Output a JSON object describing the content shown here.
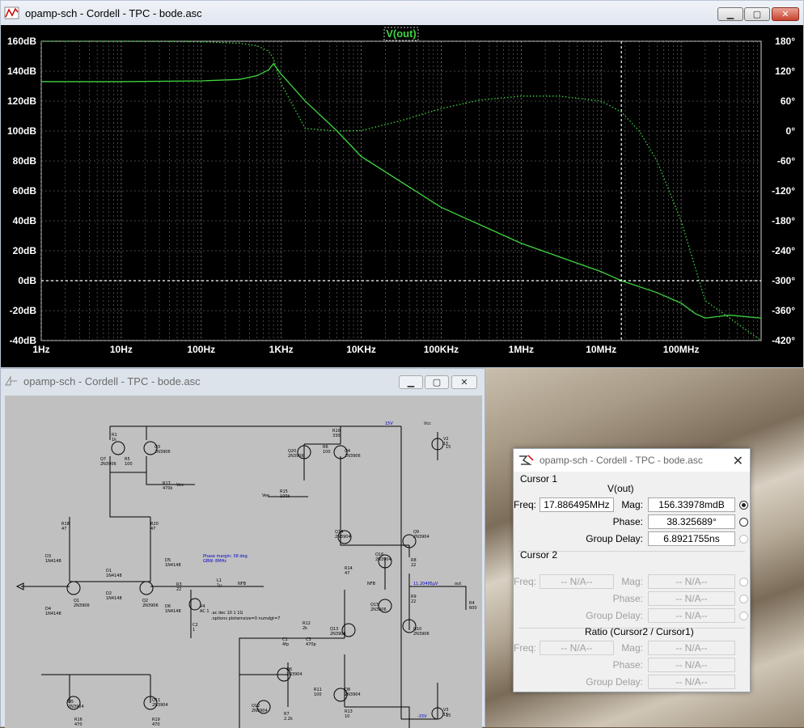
{
  "bode_window": {
    "title": "opamp-sch - Cordell - TPC - bode.asc",
    "trace_label": "V(out)",
    "y_left_ticks": [
      "160dB",
      "140dB",
      "120dB",
      "100dB",
      "80dB",
      "60dB",
      "40dB",
      "20dB",
      "0dB",
      "-20dB",
      "-40dB"
    ],
    "y_right_ticks": [
      "180°",
      "120°",
      "60°",
      "0°",
      "-60°",
      "-120°",
      "-180°",
      "-240°",
      "-300°",
      "-360°",
      "-420°"
    ],
    "x_ticks": [
      "1Hz",
      "10Hz",
      "100Hz",
      "1KHz",
      "10KHz",
      "100KHz",
      "1MHz",
      "10MHz",
      "100MHz"
    ],
    "colors": {
      "plot_bg": "#000000",
      "trace": "#3fd43f",
      "axis_text": "#ffffff",
      "grid": "#8a8a8a"
    }
  },
  "schematic_window": {
    "title": "opamp-sch - Cordell - TPC - bode.asc",
    "annotations": {
      "phase_margin": "Phase margin: 38 deg",
      "gbw": "GBW: 8MHz",
      "ac_cmd": ".ac dec 10 1 1G",
      "options_cmd": ".options plotwinsize=0 numdgt=7",
      "out_value": "11.20495µV",
      "out_label": "out",
      "nfb_label": "NFB",
      "nfb_label2": "NFB",
      "vee_label": "Vee",
      "vee2": "Vee",
      "vcc_label": "Vcc",
      "rail_pos": "15V",
      "rail_neg": "-15V",
      "v2_val": "15",
      "v3_val": "15"
    },
    "components": [
      {
        "id": "R1",
        "val": "1k"
      },
      {
        "id": "R5",
        "val": "100"
      },
      {
        "id": "Q3",
        "val": "2N3906"
      },
      {
        "id": "Q7",
        "val": "2N3906"
      },
      {
        "id": "R17",
        "val": "470k"
      },
      {
        "id": "R10",
        "val": "330"
      },
      {
        "id": "R6",
        "val": "100"
      },
      {
        "id": "Q20",
        "val": "2N3906"
      },
      {
        "id": "Q4",
        "val": "2N3906"
      },
      {
        "id": "R15",
        "val": "100k"
      },
      {
        "id": "R18",
        "val": "47"
      },
      {
        "id": "R20",
        "val": "47"
      },
      {
        "id": "D1",
        "val": "1N4148"
      },
      {
        "id": "D2",
        "val": "1N4148"
      },
      {
        "id": "D3",
        "val": "1N4148"
      },
      {
        "id": "D4",
        "val": "1N4148"
      },
      {
        "id": "D5",
        "val": "1N4148"
      },
      {
        "id": "D6",
        "val": "1N4148"
      },
      {
        "id": "Q1",
        "val": "2N3906"
      },
      {
        "id": "Q2",
        "val": "2N3906"
      },
      {
        "id": "R3",
        "val": "22"
      },
      {
        "id": "L1",
        "val": "1µ"
      },
      {
        "id": "V4",
        "val": "AC 1"
      },
      {
        "id": "C2",
        "val": "1"
      },
      {
        "id": "Q14",
        "val": "2N3904"
      },
      {
        "id": "Q9",
        "val": "2N3904"
      },
      {
        "id": "Q16",
        "val": "2N3904"
      },
      {
        "id": "R8",
        "val": "22"
      },
      {
        "id": "R14",
        "val": "47"
      },
      {
        "id": "R9",
        "val": "22"
      },
      {
        "id": "Q15",
        "val": "2N3906"
      },
      {
        "id": "Q10",
        "val": "2N3906"
      },
      {
        "id": "Q13",
        "val": "2N3906"
      },
      {
        "id": "R4",
        "val": "600"
      },
      {
        "id": "R12",
        "val": "2k"
      },
      {
        "id": "C1",
        "val": "4fp"
      },
      {
        "id": "C3",
        "val": "470p"
      },
      {
        "id": "Q6",
        "val": "2N3904"
      },
      {
        "id": "R11",
        "val": "100"
      },
      {
        "id": "Q8",
        "val": "2N3904"
      },
      {
        "id": "Q12",
        "val": "2N3904"
      },
      {
        "id": "R7",
        "val": "2.2k"
      },
      {
        "id": "R13",
        "val": "10"
      },
      {
        "id": "Q5",
        "val": "2N3904"
      },
      {
        "id": "Q11",
        "val": "2N3904"
      },
      {
        "id": "R16",
        "val": "470"
      },
      {
        "id": "R19",
        "val": "470"
      },
      {
        "id": "V2",
        "val": "15"
      },
      {
        "id": "V3",
        "val": "15"
      }
    ]
  },
  "cursor_dialog": {
    "title": "opamp-sch - Cordell - TPC - bode.asc",
    "cursor1_label": "Cursor 1",
    "trace_name": "V(out)",
    "freq_label": "Freq:",
    "freq_value": "17.886495MHz",
    "mag_label": "Mag:",
    "mag_value": "156.33978mdB",
    "phase_label": "Phase:",
    "phase_value": "38.325689°",
    "gd_label": "Group Delay:",
    "gd_value": "6.8921755ns",
    "cursor2_label": "Cursor 2",
    "c2_freq_label": "Freq:",
    "c2_freq": "-- N/A--",
    "c2_mag_label": "Mag:",
    "c2_mag": "-- N/A--",
    "c2_phase_label": "Phase:",
    "c2_phase": "-- N/A--",
    "c2_gd_label": "Group Delay:",
    "c2_gd": "-- N/A--",
    "ratio_label": "Ratio (Cursor2 / Cursor1)",
    "r_freq_label": "Freq:",
    "r_freq": "-- N/A--",
    "r_mag_label": "Mag:",
    "r_mag": "-- N/A--",
    "r_phase_label": "Phase:",
    "r_phase": "-- N/A--",
    "r_gd_label": "Group Delay:",
    "r_gd": "-- N/A--"
  },
  "chart_data": {
    "type": "line",
    "title": "V(out)",
    "x_scale": "log",
    "xlim": [
      1,
      1000000000
    ],
    "ylim_left": [
      -40,
      160
    ],
    "ylim_right": [
      -420,
      180
    ],
    "grid": true,
    "series": [
      {
        "name": "V(out)",
        "style": "solid",
        "x": [
          1,
          10,
          100,
          300,
          500,
          700,
          800,
          1000,
          2000,
          5000,
          10000,
          100000,
          1000000,
          10000000,
          17886495,
          50000000,
          100000000,
          150000000,
          200000000,
          400000000,
          1000000000
        ],
        "y": [
          133,
          133,
          133.5,
          134.5,
          137,
          141,
          145,
          138,
          120,
          100,
          83,
          49,
          25,
          6,
          0,
          -8,
          -15,
          -22,
          -25,
          -23,
          -25
        ]
      },
      {
        "name": "V(out) phase",
        "style": "dotted",
        "x": [
          1,
          10,
          100,
          300,
          500,
          700,
          800,
          1000,
          2000,
          5000,
          10000,
          30000,
          100000,
          300000,
          1000000,
          3000000,
          10000000,
          17886495,
          30000000,
          50000000,
          100000000,
          200000000,
          1000000000
        ],
        "y": [
          180,
          180,
          179,
          176,
          171,
          160,
          145,
          95,
          5,
          0,
          1,
          20,
          45,
          62,
          70,
          70,
          60,
          38.3,
          0,
          -60,
          -180,
          -340,
          -420
        ]
      }
    ]
  }
}
